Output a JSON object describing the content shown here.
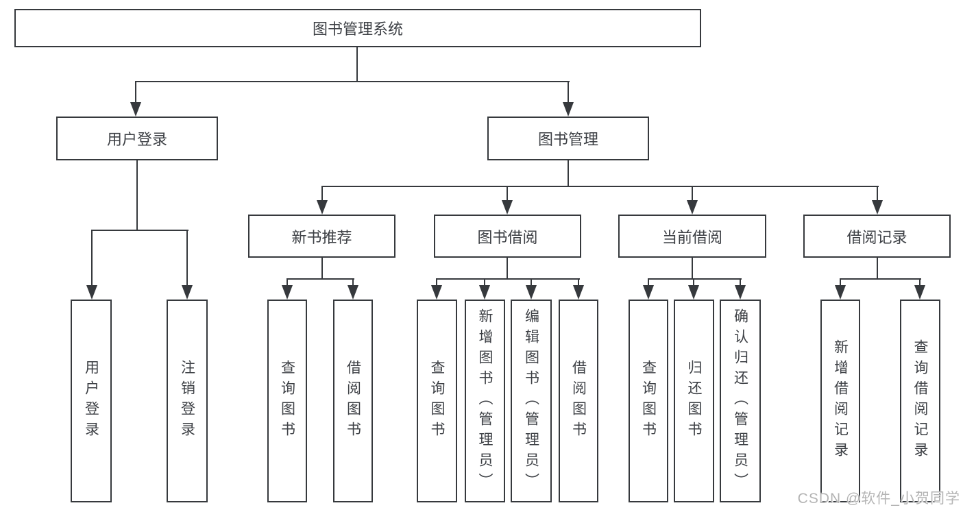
{
  "colors": {
    "line": "#36393d",
    "text": "#3d4045",
    "background": "#ffffff",
    "watermark_text": "#b4b4b4"
  },
  "watermark": "CSDN @软件_小贺同学",
  "tree": {
    "label": "图书管理系统",
    "children": [
      {
        "label": "用户登录",
        "children": [
          {
            "label": "用户登录"
          },
          {
            "label": "注销登录"
          }
        ]
      },
      {
        "label": "图书管理",
        "children": [
          {
            "label": "新书推荐",
            "children": [
              {
                "label": "查询图书"
              },
              {
                "label": "借阅图书"
              }
            ]
          },
          {
            "label": "图书借阅",
            "children": [
              {
                "label": "查询图书"
              },
              {
                "label": "新增图书（管理员）"
              },
              {
                "label": "编辑图书（管理员）"
              },
              {
                "label": "借阅图书"
              }
            ]
          },
          {
            "label": "当前借阅",
            "children": [
              {
                "label": "查询图书"
              },
              {
                "label": "归还图书"
              },
              {
                "label": "确认归还（管理员）"
              }
            ]
          },
          {
            "label": "借阅记录",
            "children": [
              {
                "label": "新增借阅记录"
              },
              {
                "label": "查询借阅记录"
              }
            ]
          }
        ]
      }
    ]
  }
}
